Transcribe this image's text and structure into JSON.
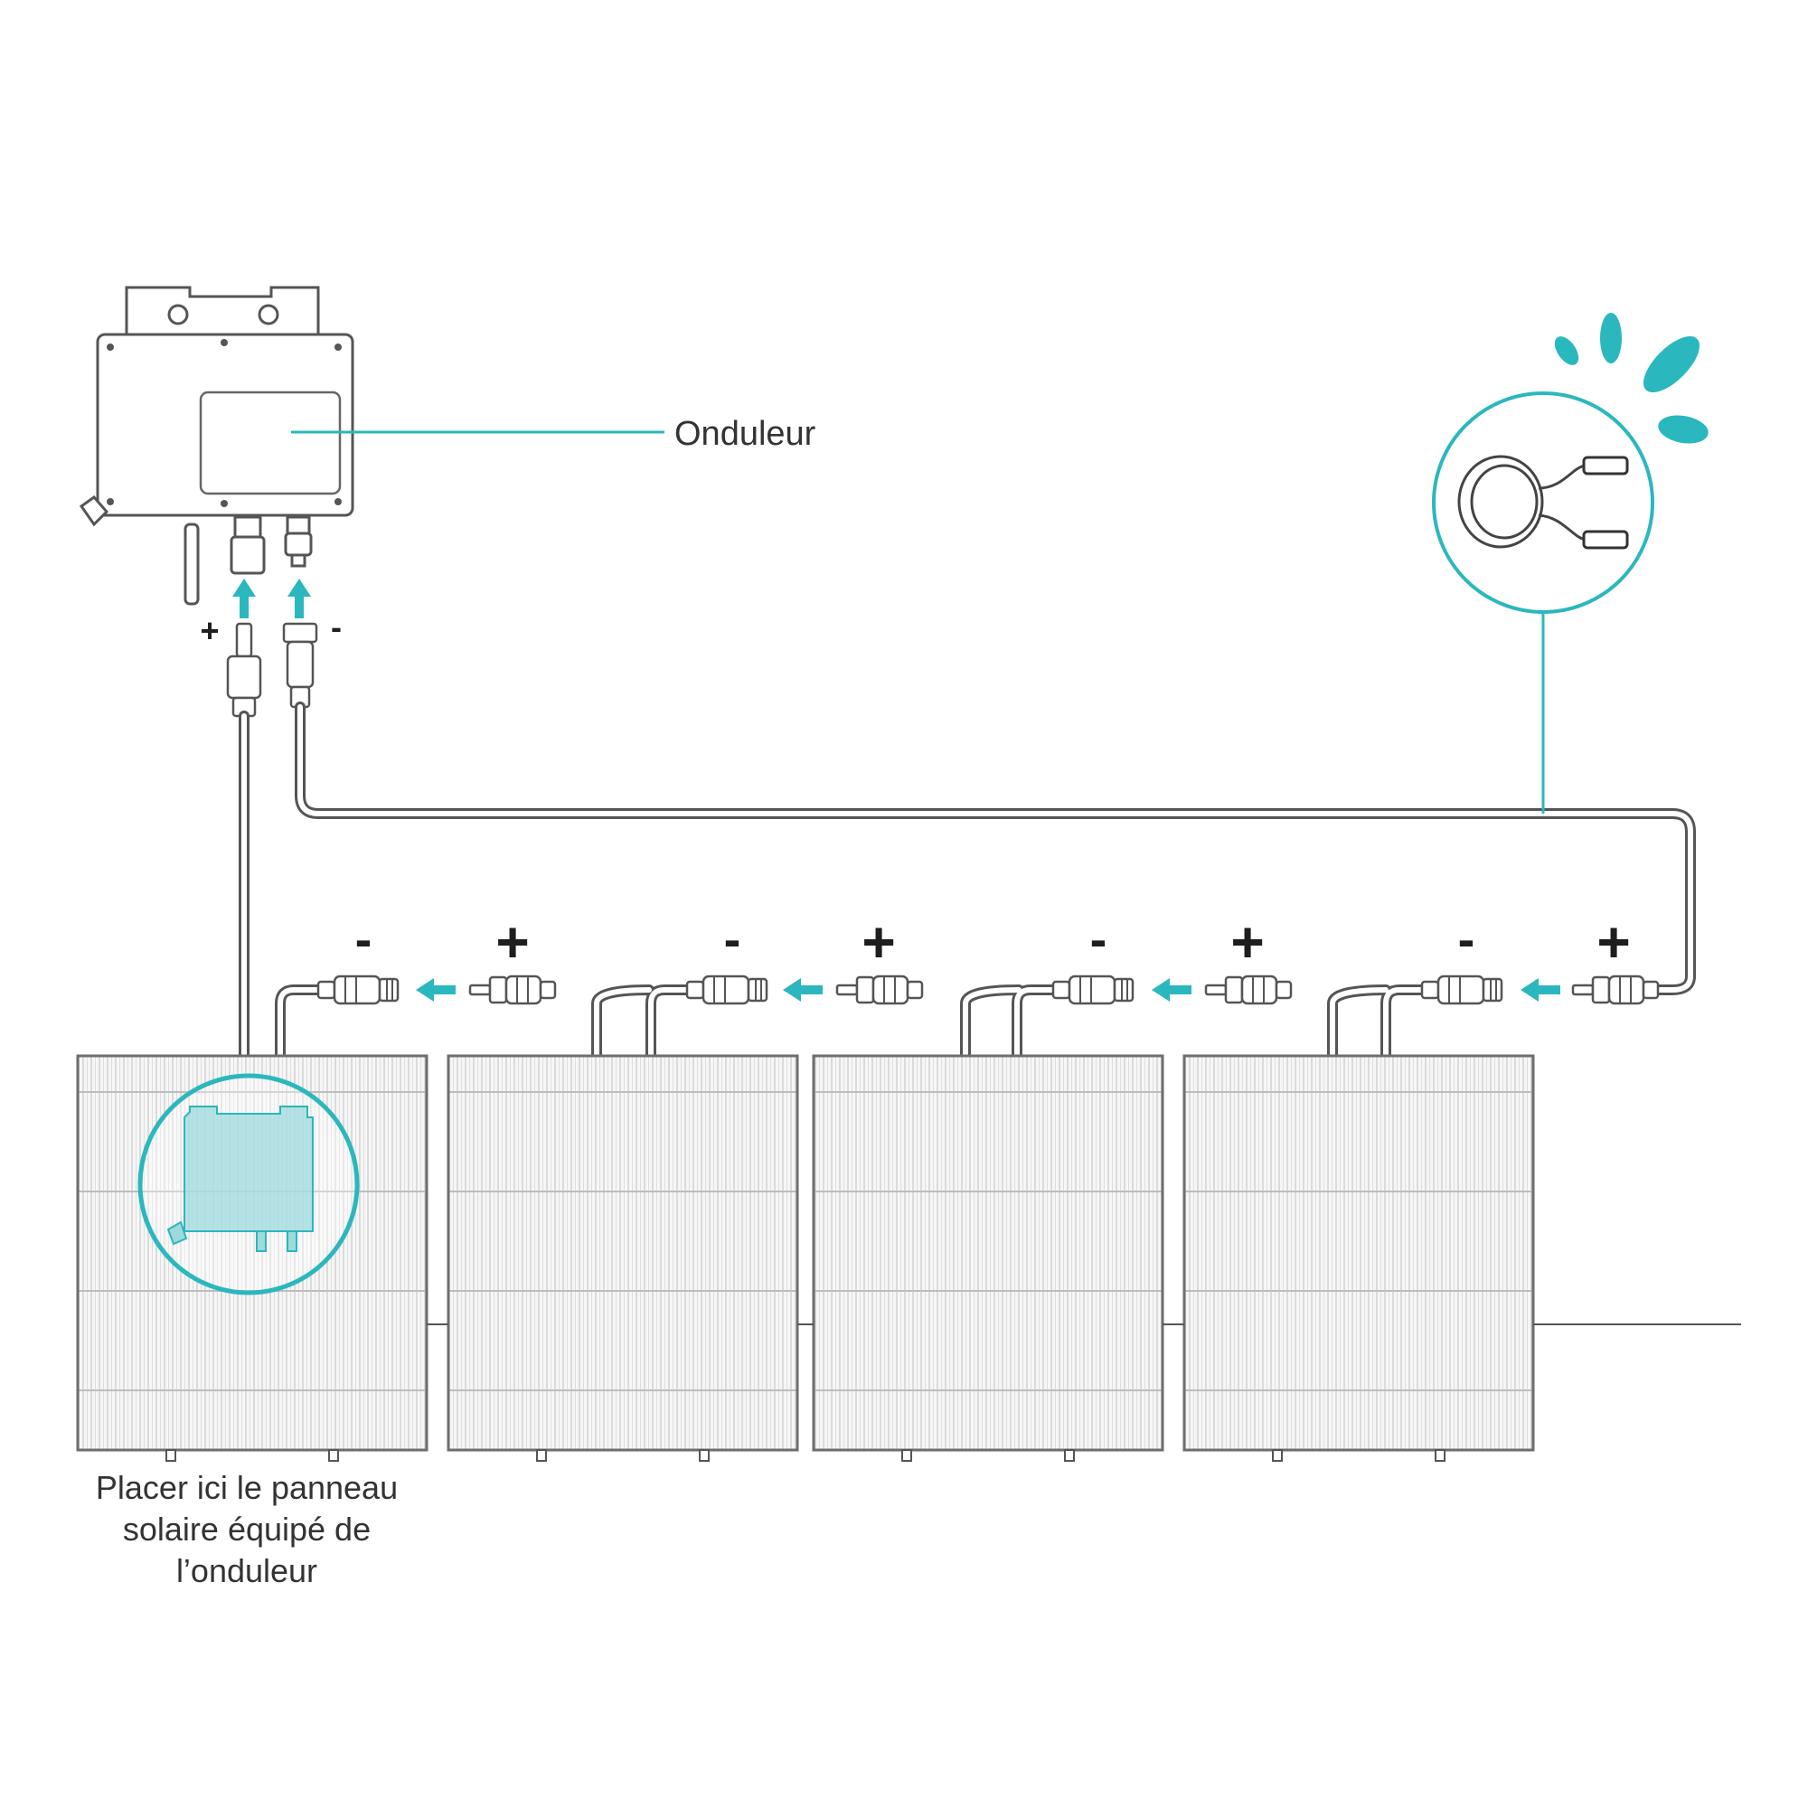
{
  "labels": {
    "inverter": "Onduleur",
    "placement_line1": "Placer ici le panneau",
    "placement_line2": "solaire équipé de",
    "placement_line3": "l’onduleur"
  },
  "inverter_polarity": {
    "plus": "+",
    "minus": "-"
  },
  "panel_polarity": [
    {
      "minus": "-",
      "plus": "+"
    },
    {
      "minus": "-",
      "plus": "+"
    },
    {
      "minus": "-",
      "plus": "+"
    },
    {
      "minus": "-",
      "plus": "+"
    }
  ],
  "colors": {
    "accent": "#2bb7be",
    "line": "#555555",
    "panel_fill": "#f4f4f4",
    "text": "#333333"
  },
  "icons": [
    "microinverter-icon",
    "extension-cable-icon",
    "solar-panel-icon",
    "mc4-connector-icon",
    "arrow-icon"
  ]
}
